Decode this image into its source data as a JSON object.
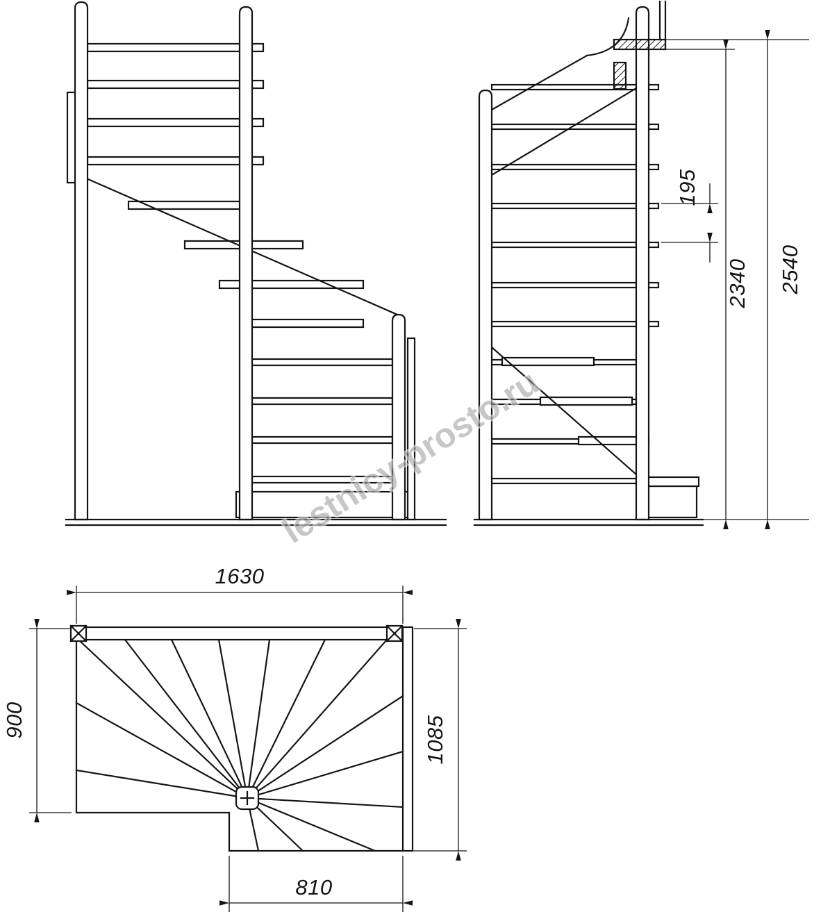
{
  "watermark": {
    "text": "lestnicy-prosto.ru"
  },
  "dimensions": {
    "side_view": {
      "step_rise": "195",
      "floor_to_ceiling": "2340",
      "floor_to_floor": "2540"
    },
    "plan_view": {
      "overall_width": "1630",
      "left_depth": "900",
      "right_depth": "1085",
      "entry_width": "810"
    }
  }
}
